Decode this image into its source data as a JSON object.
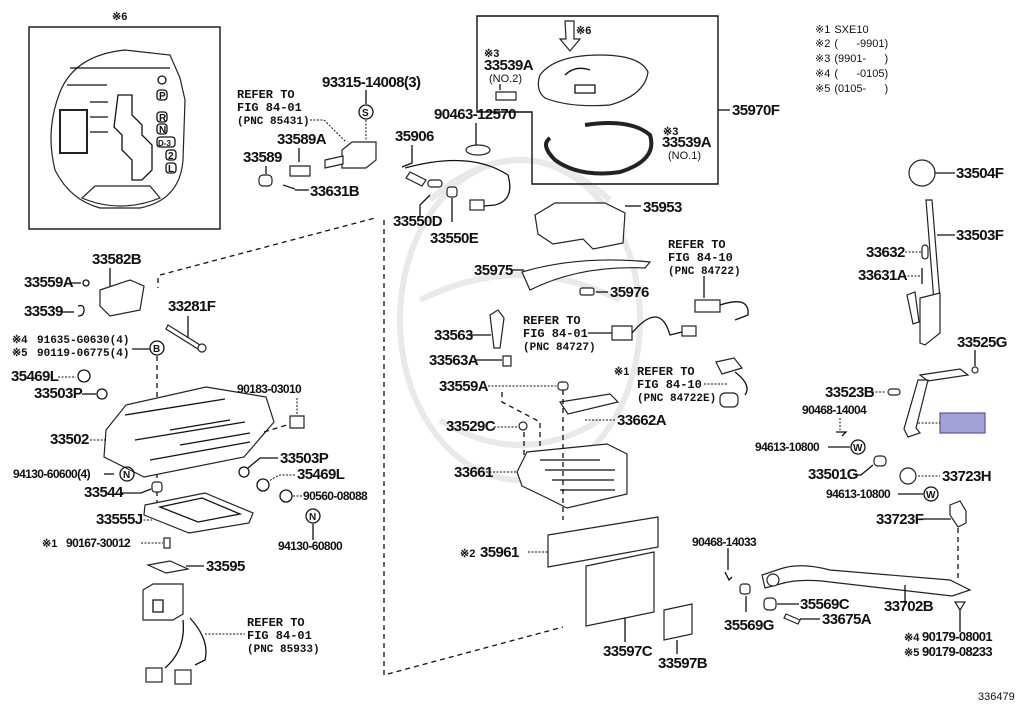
{
  "diagram": {
    "figure_id": "336479",
    "highlight_color": "#a2a2d8",
    "legend": [
      {
        "mark": "※1",
        "text": "SXE10"
      },
      {
        "mark": "※2",
        "text": "(      -9901)"
      },
      {
        "mark": "※3",
        "text": "(9901-      )"
      },
      {
        "mark": "※4",
        "text": "(      -0105)"
      },
      {
        "mark": "※5",
        "text": "(0105-      )"
      }
    ],
    "inset": {
      "mark": "※6",
      "indicators": [
        "P",
        "R",
        "N",
        "D-3",
        "2",
        "L"
      ]
    },
    "callouts": {
      "c93315": "93315-14008(3)",
      "c33589": "33589",
      "c33589A": "33589A",
      "c33631B": "33631B",
      "c35906": "35906",
      "c90463": "90463-12570",
      "c33550D": "33550D",
      "c33550E": "33550E",
      "c33539A2_mark": "※3",
      "c33539A2": "33539A",
      "c33539A2_sub": "(NO.2)",
      "c33539A1_mark": "※3",
      "c33539A1": "33539A",
      "c33539A1_sub": "(NO.1)",
      "c35970F": "35970F",
      "arrow_mark": "※6",
      "c33504F": "33504F",
      "c33503F": "33503F",
      "c33632": "33632",
      "c33631A": "33631A",
      "c33525G": "33525G",
      "c33523B": "33523B",
      "c90468_14004": "90468-14004",
      "c94613a": "94613-10800",
      "c33501G": "33501G",
      "c33723H": "33723H",
      "c94613b": "94613-10800",
      "c33723F": "33723F",
      "c90468_14033": "90468-14033",
      "c35569C": "35569C",
      "c33675A": "33675A",
      "c33702B": "33702B",
      "c35569G": "35569G",
      "c90179a_mark": "※4",
      "c90179a": "90179-08001",
      "c90179b_mark": "※5",
      "c90179b": "90179-08233",
      "c35953": "35953",
      "c35975": "35975",
      "c35976": "35976",
      "c33563": "33563",
      "c33563A": "33563A",
      "c33559A_mid": "33559A",
      "c33662A": "33662A",
      "c33529C": "33529C",
      "c33661": "33661",
      "c35961_mark": "※2",
      "c35961": "35961",
      "c33597C": "33597C",
      "c33597B": "33597B",
      "c33582B": "33582B",
      "c33559A_left": "33559A",
      "c33539": "33539",
      "c33281F": "33281F",
      "c91635_mark": "※4",
      "c91635": "91635-G0630(4)",
      "c90119_mark": "※5",
      "c90119": "90119-06775(4)",
      "c35469L_a": "35469L",
      "c33503P_a": "33503P",
      "c90183": "90183-03010",
      "c33502": "33502",
      "c33503P_b": "33503P",
      "c35469L_b": "35469L",
      "c94130_60600": "94130-60600(4)",
      "c33544": "33544",
      "c90560": "90560-08088",
      "c33555J": "33555J",
      "c94130_60800": "94130-60800",
      "c90167_mark": "※1",
      "c90167": "90167-30012",
      "c33595": "33595"
    },
    "symbols": {
      "s": "S",
      "b": "B",
      "n": "N",
      "w": "W"
    },
    "refer_notes": {
      "r85431": {
        "l1": "REFER TO",
        "l2": "FIG 84-01",
        "l3": "(PNC 85431)"
      },
      "r84722": {
        "l1": "REFER TO",
        "l2": "FIG 84-10",
        "l3": "(PNC 84722)"
      },
      "r84727": {
        "l1": "REFER TO",
        "l2": "FIG 84-01",
        "l3": "(PNC 84727)"
      },
      "r84722E": {
        "mark": "※1",
        "l1": "REFER TO",
        "l2": "FIG 84-10",
        "l3": "(PNC 84722E)"
      },
      "r85933": {
        "l1": "REFER TO",
        "l2": "FIG 84-01",
        "l3": "(PNC 85933)"
      }
    }
  }
}
